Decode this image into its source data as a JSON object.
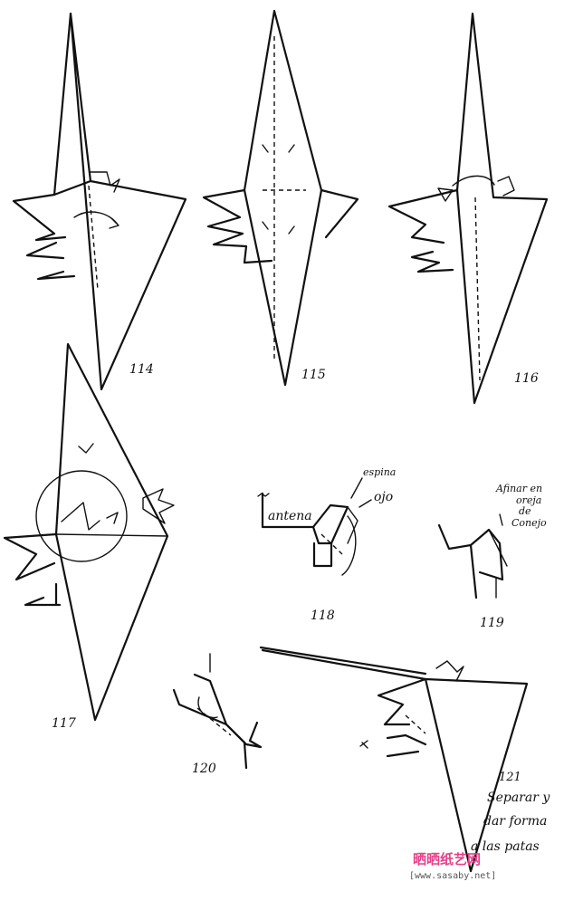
{
  "steps": [
    {
      "number": "114"
    },
    {
      "number": "115"
    },
    {
      "number": "116"
    },
    {
      "number": "117"
    },
    {
      "number": "118",
      "labels": [
        "antena",
        "espina",
        "ojo"
      ]
    },
    {
      "number": "119",
      "labels": [
        "Afinar en",
        "oreja",
        "de",
        "Conejo"
      ]
    },
    {
      "number": "120"
    },
    {
      "number": "121",
      "labels": [
        "Separar y",
        "dar forma",
        "a las patas"
      ]
    }
  ],
  "watermark": {
    "logo": "晒晒纸艺网",
    "url": "[www.sasaby.net]",
    "colors": {
      "logo_a": "#e6418a",
      "logo_b": "#d63c8e",
      "logo_c": "#3a6fd0"
    }
  }
}
